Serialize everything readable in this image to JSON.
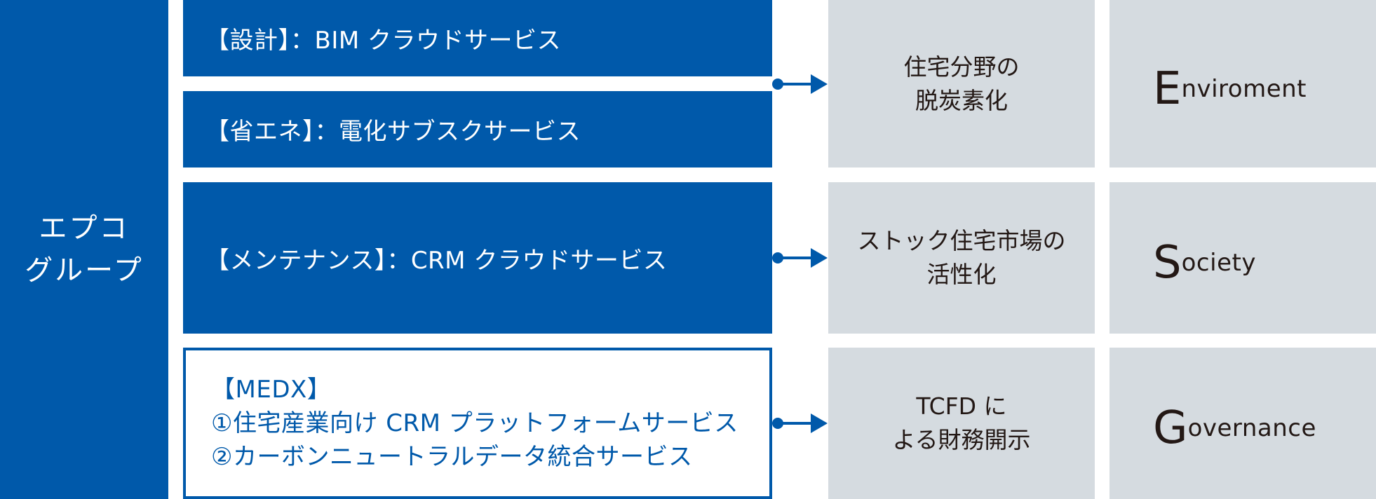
{
  "group": {
    "line1": "エプコ",
    "line2": "グループ"
  },
  "services": {
    "design": "【設計】：BIM クラウドサービス",
    "energy": "【省エネ】：電化サブスクサービス",
    "maintenance": "【メンテナンス】：CRM クラウドサービス",
    "medx": {
      "title": "【MEDX】",
      "item1": "①住宅産業向け CRM プラットフォームサービス",
      "item2": "②カーボンニュートラルデータ統合サービス"
    }
  },
  "goals": {
    "decarbonization": {
      "line1": "住宅分野の",
      "line2": "脱炭素化"
    },
    "stock_market": {
      "line1": "ストック住宅市場の",
      "line2": "活性化"
    },
    "tcfd": {
      "line1": "TCFD に",
      "line2": "よる財務開示"
    }
  },
  "esg": {
    "environment": {
      "initial": "E",
      "rest": "nviroment"
    },
    "society": {
      "initial": "S",
      "rest": "ociety"
    },
    "governance": {
      "initial": "G",
      "rest": "overnance"
    }
  },
  "colors": {
    "primary_blue": "#0059aa",
    "panel_gray": "#d5dbe0",
    "text_dark": "#231815"
  }
}
